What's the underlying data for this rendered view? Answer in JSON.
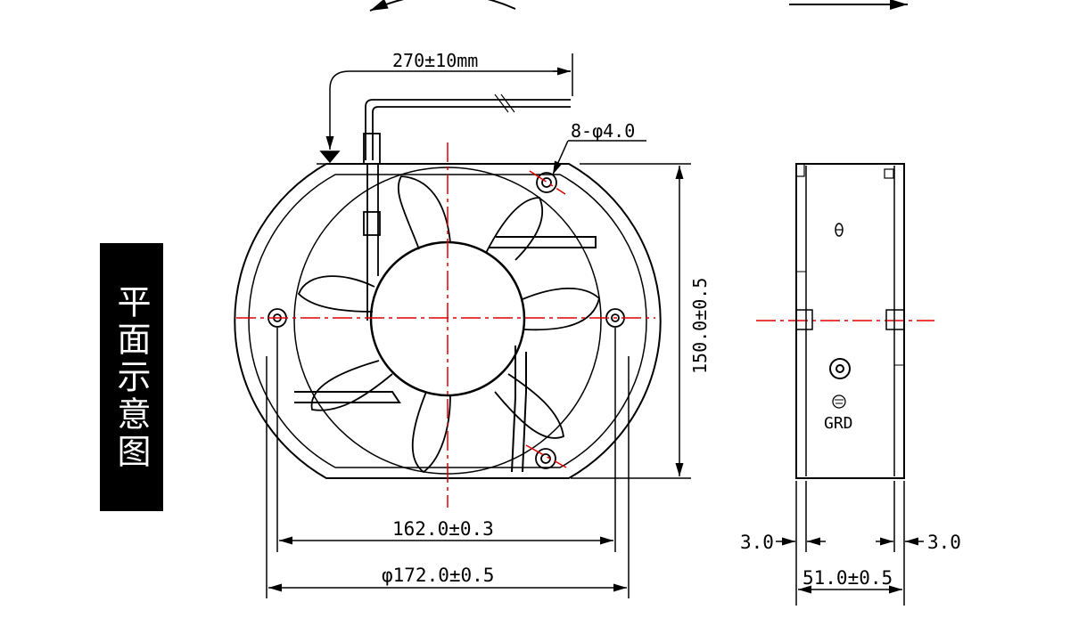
{
  "title_vertical": "平面示意图",
  "colors": {
    "line": "#000000",
    "centerline": "#e00000",
    "label_bg": "#000000",
    "label_text": "#ffffff"
  },
  "front_view": {
    "cable_length": "270±10mm",
    "mount_holes": "8-φ4.0",
    "height": "150.0±0.5",
    "hole_spacing": "162.0±0.3",
    "diameter": "φ172.0±0.5"
  },
  "side_view": {
    "ground_label": "GRD",
    "flange_left": "3.0",
    "flange_right": "3.0",
    "depth": "51.0±0.5"
  }
}
